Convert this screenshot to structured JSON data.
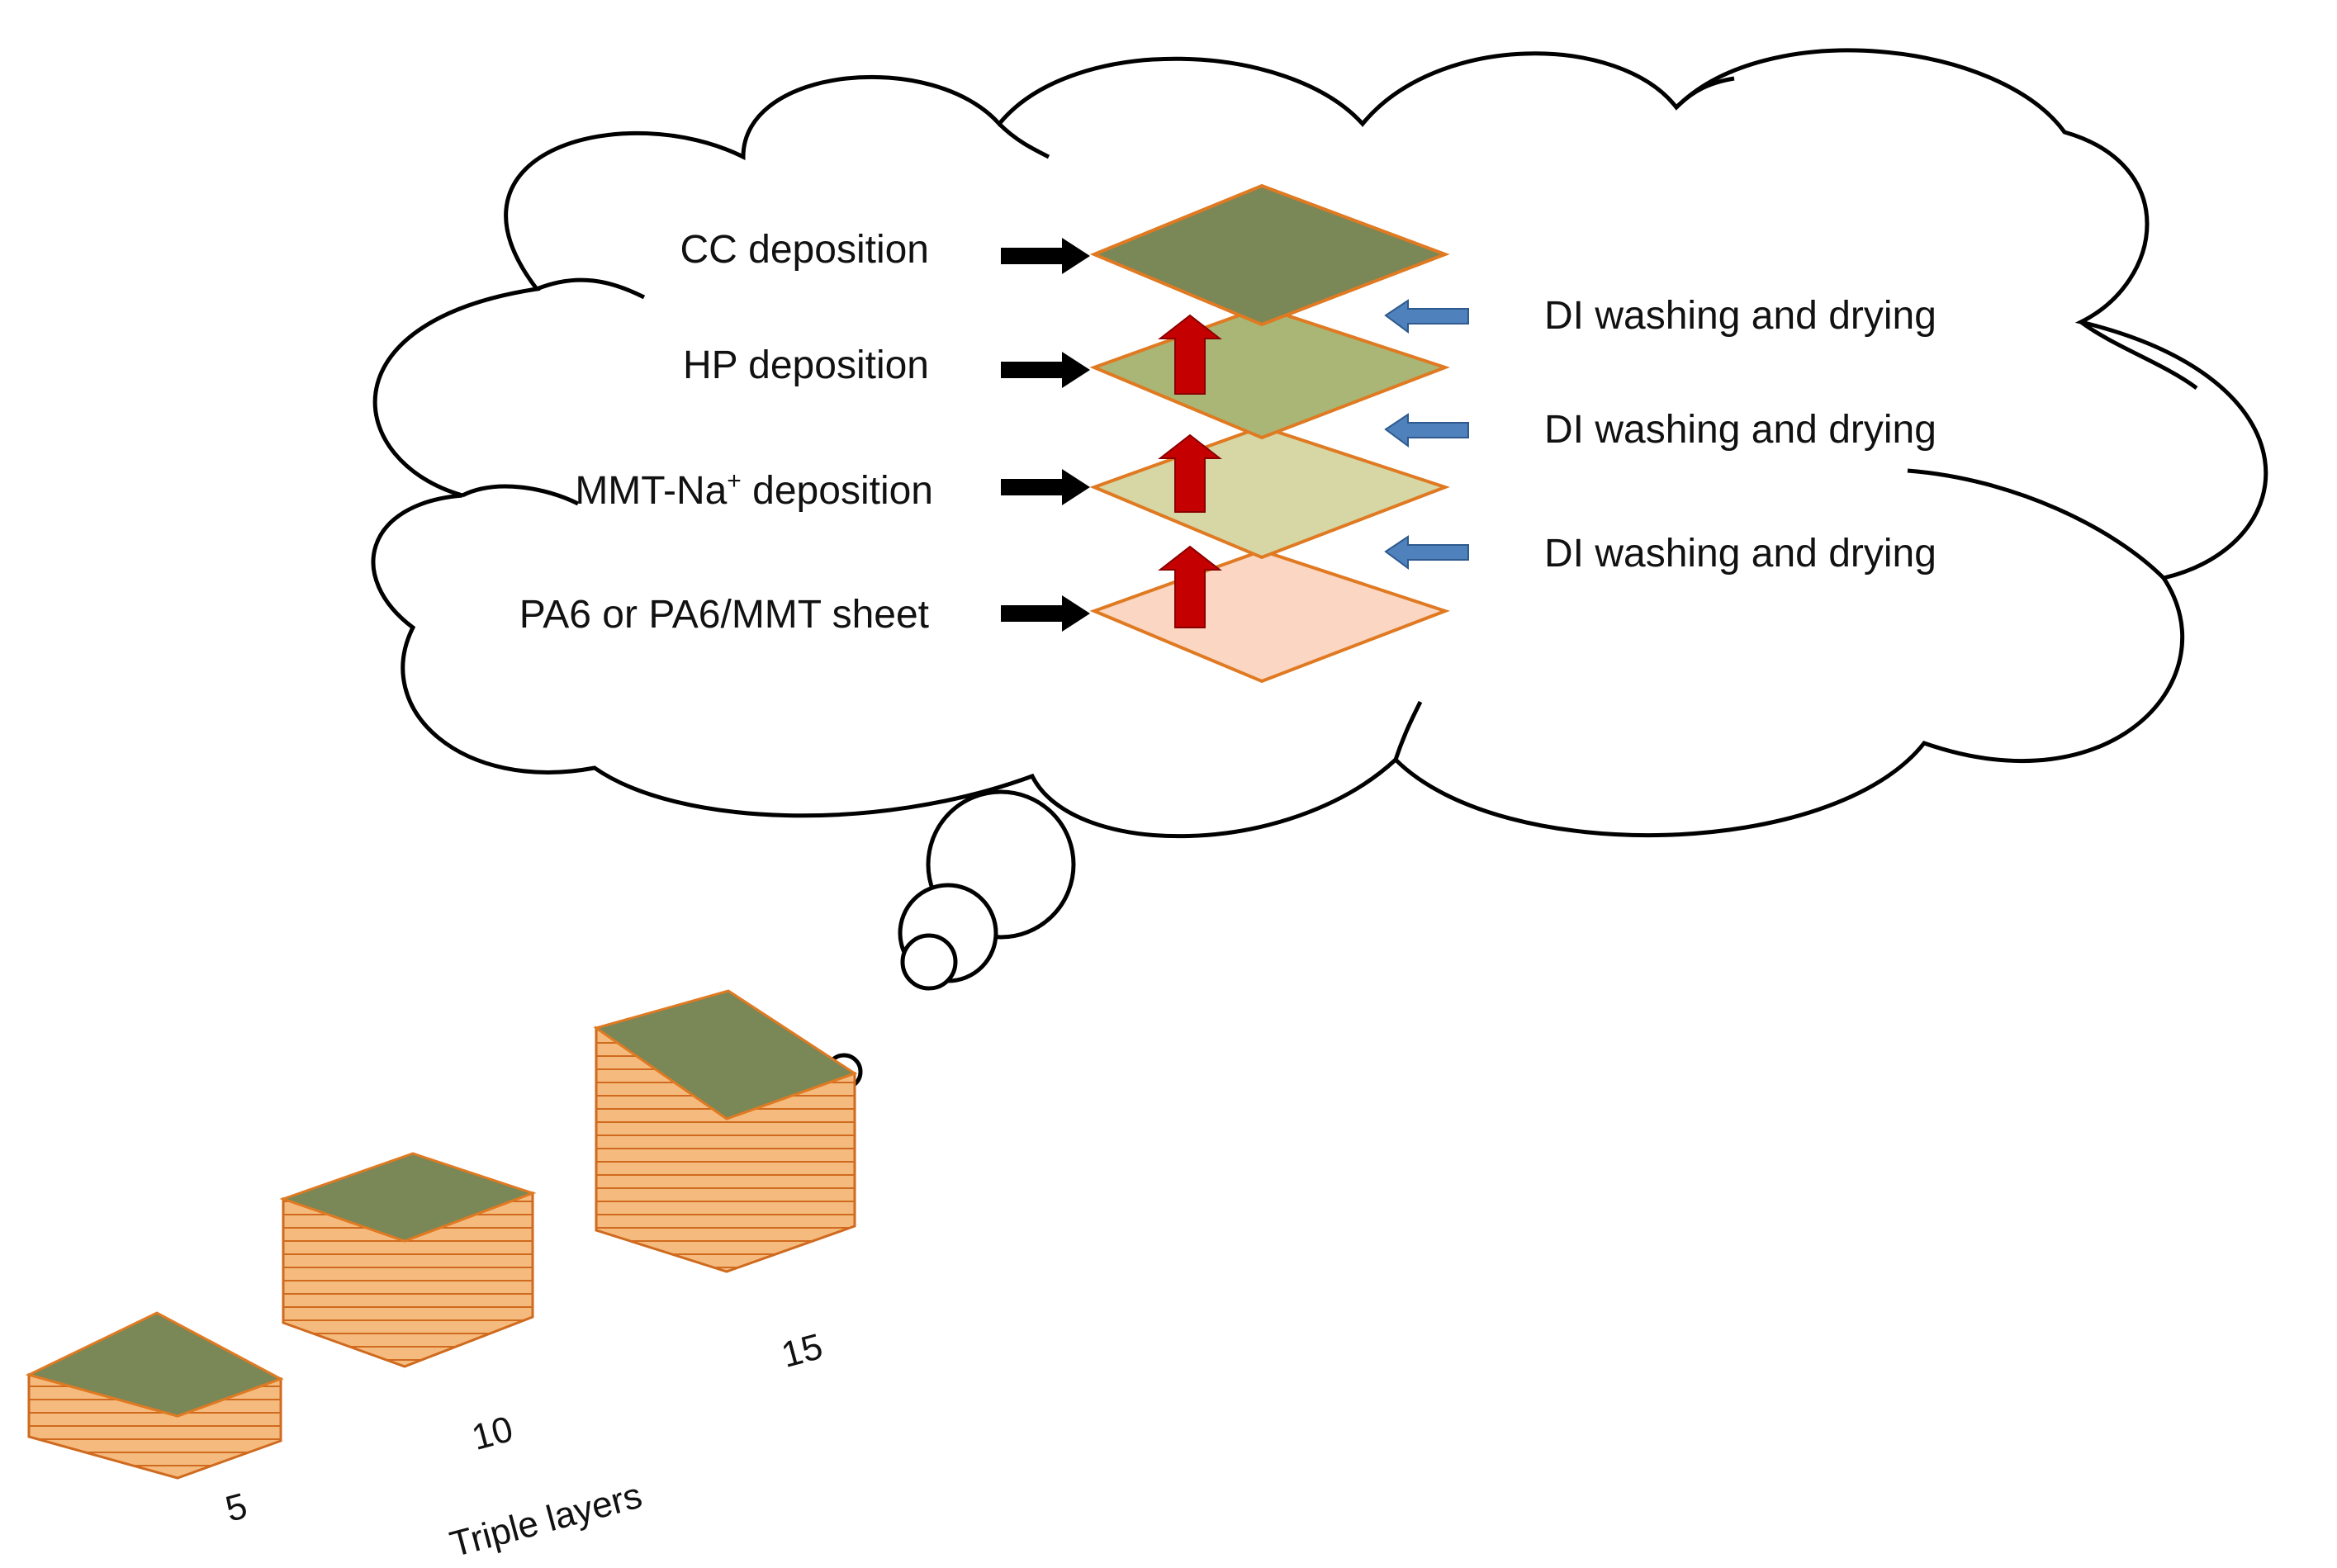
{
  "process": {
    "steps": [
      {
        "label": "CC deposition"
      },
      {
        "label": "HP deposition"
      },
      {
        "label": "MMT-Na",
        "superscript": "+",
        "suffix": " deposition"
      },
      {
        "label": "PA6 or PA6/MMT sheet"
      }
    ],
    "wash_labels": [
      "DI washing and drying",
      "DI washing and drying",
      "DI washing and drying"
    ]
  },
  "stacks": {
    "counts": [
      "5",
      "10",
      "15"
    ],
    "axis_label": "Triple layers"
  },
  "colors": {
    "cc_layer": "#7a8757",
    "hp_layer": "#a9b676",
    "mmt_layer": "#d6d7a5",
    "pa6_sheet": "#fbd7c3",
    "layer_edge": "#e07a22",
    "stack_side": "#f5bb7e",
    "up_arrow": "#c50000",
    "wash_arrow": "#4f81bd",
    "step_arrow": "#000000"
  }
}
